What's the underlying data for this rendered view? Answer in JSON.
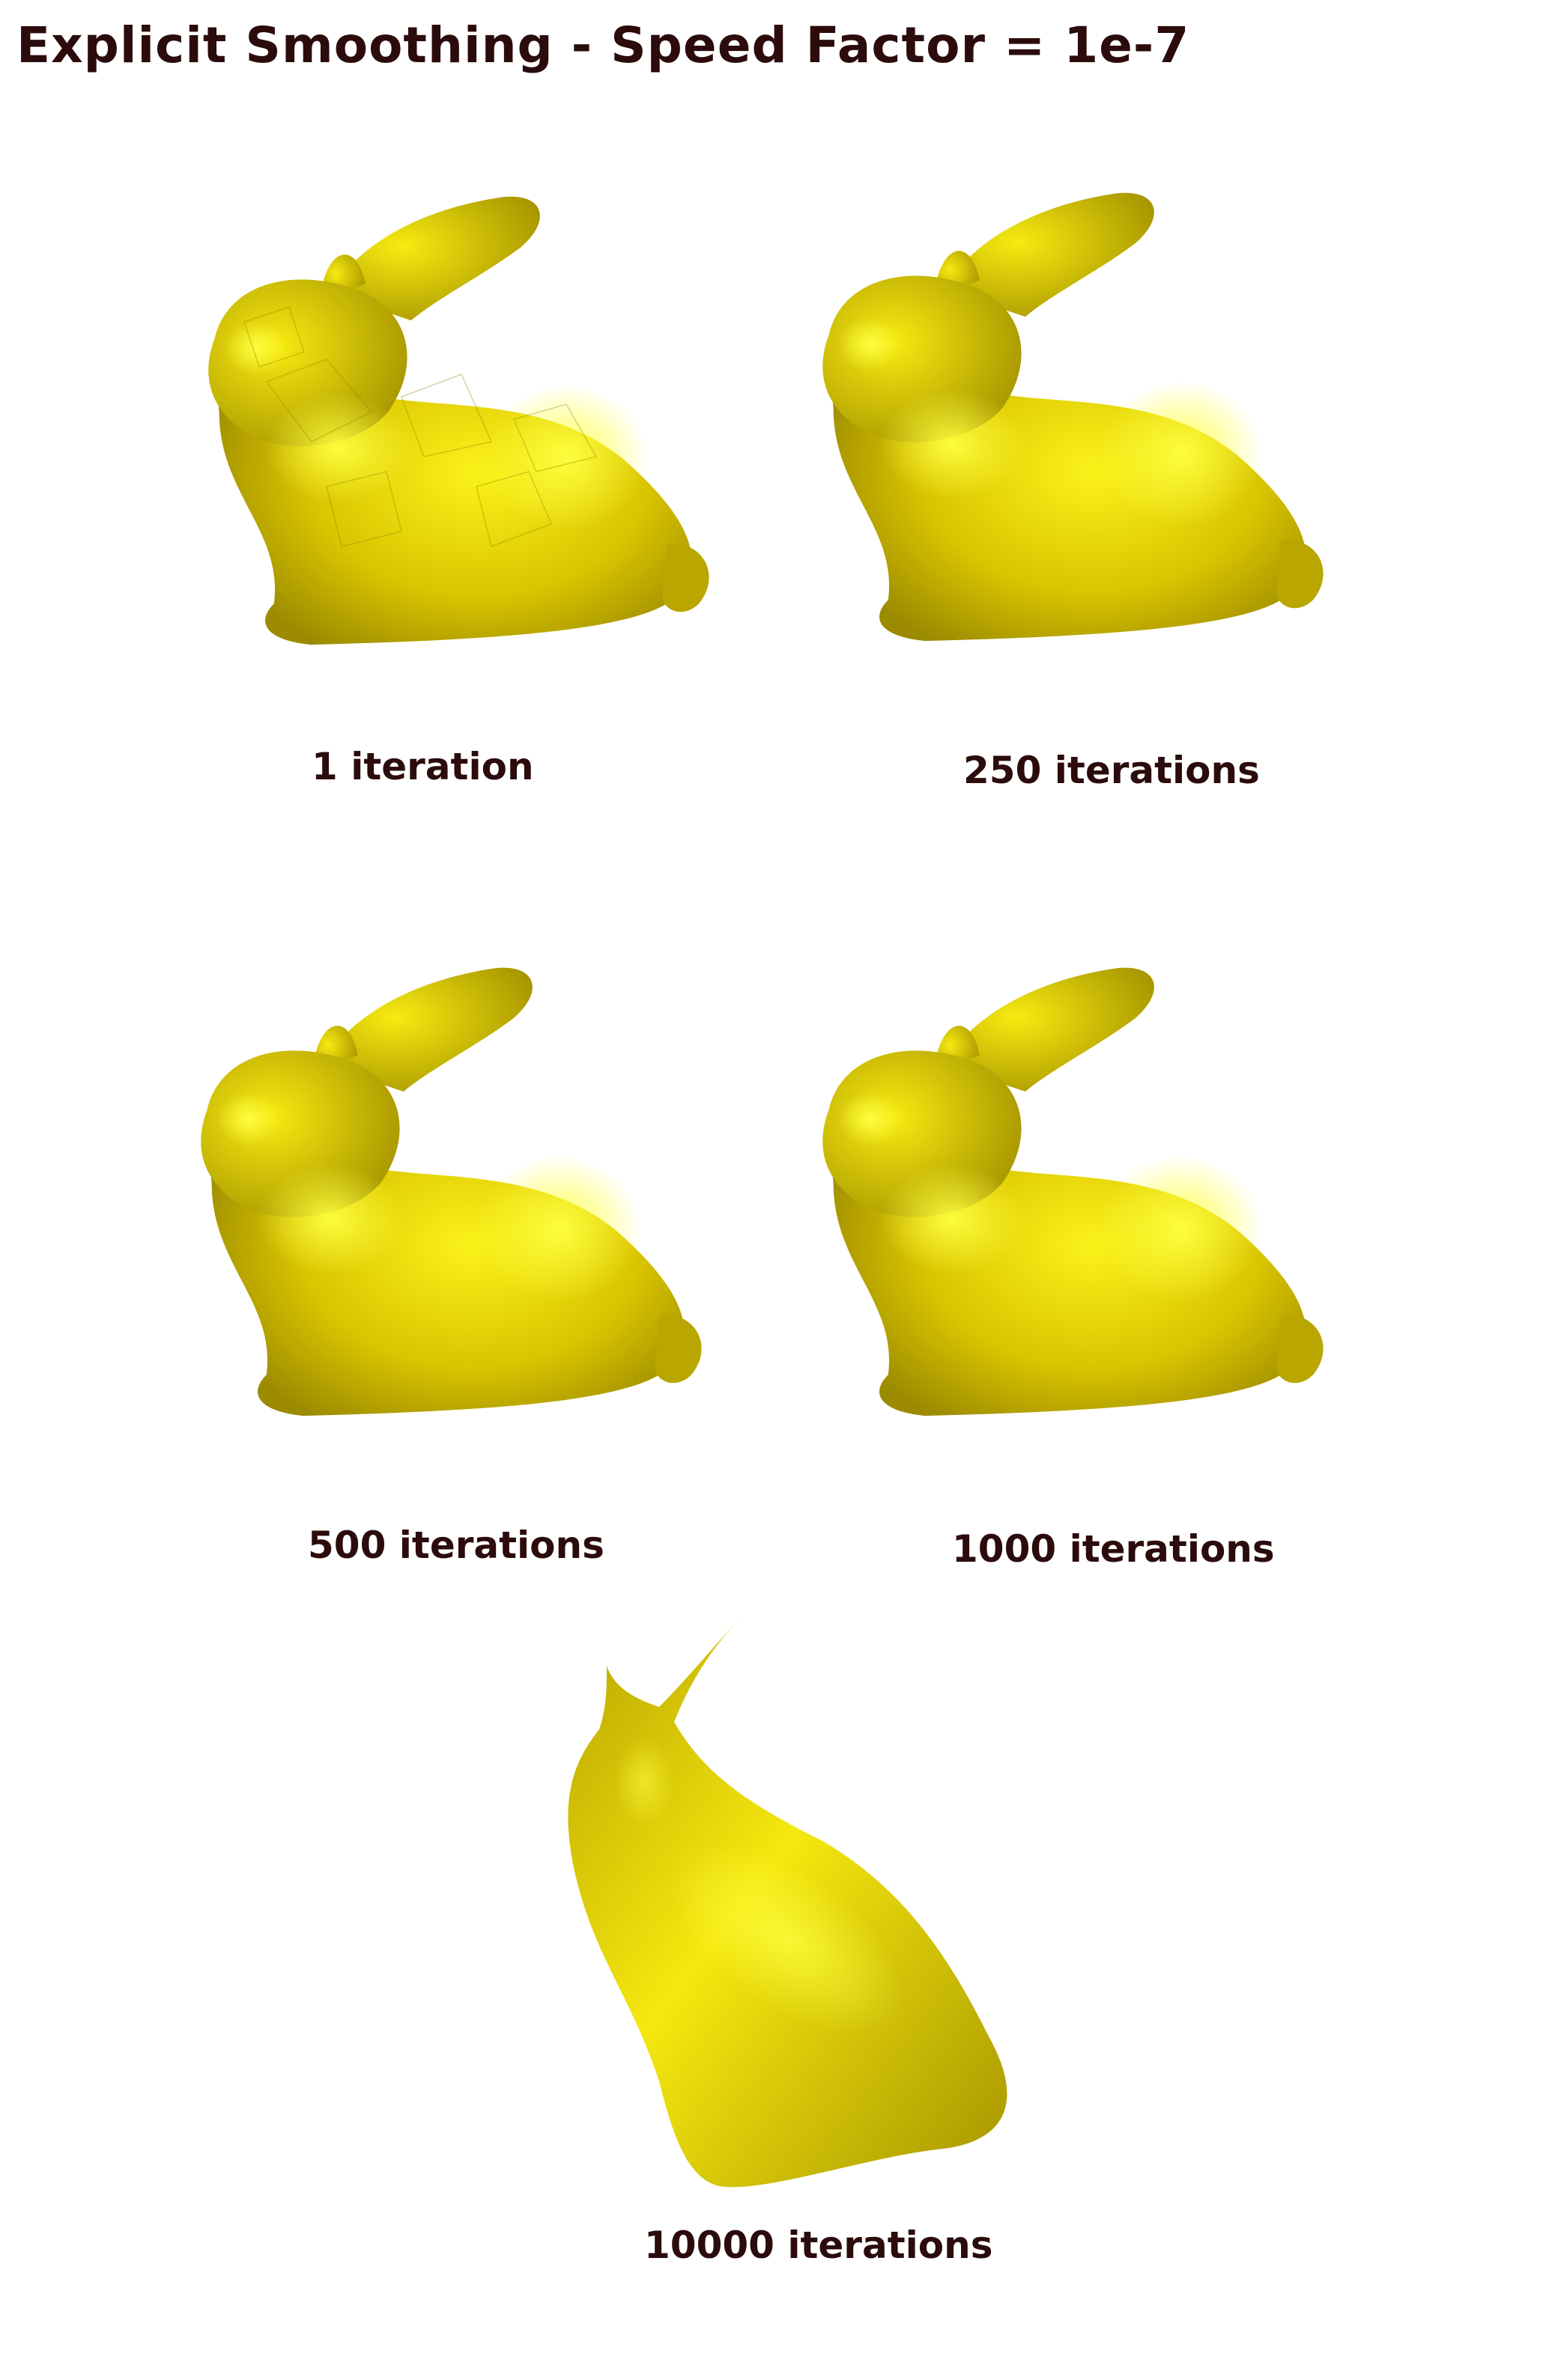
{
  "title": "Explicit Smoothing - Speed Factor = 1e-7",
  "colors": {
    "text": "#2b0b0b",
    "mesh_base": "#c9b400",
    "mesh_highlight": "#ffff10",
    "mesh_shadow": "#8a7a00"
  },
  "panels": [
    {
      "caption": "1 iteration"
    },
    {
      "caption": "250 iterations"
    },
    {
      "caption": "500 iterations"
    },
    {
      "caption": "1000 iterations"
    },
    {
      "caption": "10000 iterations"
    }
  ]
}
